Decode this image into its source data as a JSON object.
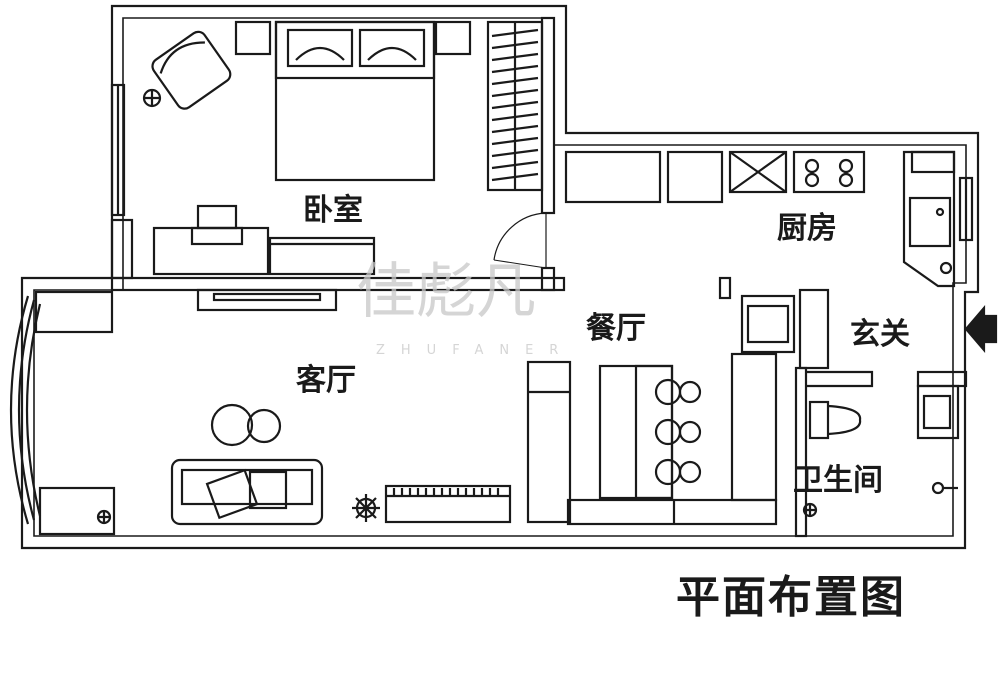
{
  "rooms": {
    "bedroom": "卧室",
    "kitchen": "厨房",
    "dining": "餐厅",
    "entrance": "玄关",
    "living": "客厅",
    "bathroom": "卫生间"
  },
  "title": "平面布置图",
  "watermark": {
    "logo": "佳彪凡",
    "text": "ZHUFANER"
  },
  "colors": {
    "wall": "#1a1a1a",
    "background": "#ffffff",
    "watermark": "#c8c8c8"
  }
}
